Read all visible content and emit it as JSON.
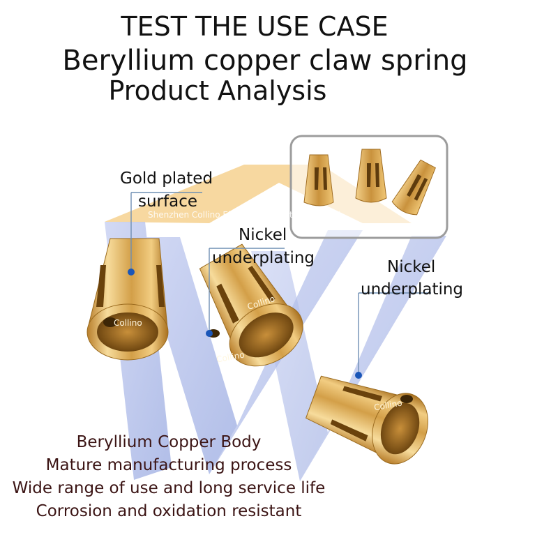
{
  "header": {
    "line1": "TEST THE USE CASE",
    "line2": "Beryllium copper claw spring",
    "line3": "Product Analysis"
  },
  "callouts": [
    {
      "line1": "Gold plated",
      "line2": "surface"
    },
    {
      "line1": "Nickel",
      "line2": "underplating"
    },
    {
      "line1": "Nickel",
      "line2": "underplating"
    }
  ],
  "watermark": {
    "text": "Shenzhen Collino Electronic Industrial Co., Ltd."
  },
  "parts": [
    {
      "marking": "Collino"
    },
    {
      "marking": "Collino"
    },
    {
      "marking": "Collino"
    },
    {
      "marking": "Collino"
    }
  ],
  "features": [
    "Beryllium Copper Body",
    "Mature manufacturing process",
    "Wide range of use and long service life",
    "Corrosion and oxidation resistant"
  ],
  "colors": {
    "gold": "#e2b05a",
    "gold_dark": "#9a6a1e",
    "watermark_blue": "#a9b8e6",
    "watermark_orange": "#f6d18f",
    "leader_line": "#6f8fb3",
    "dot": "#1a56b8"
  }
}
